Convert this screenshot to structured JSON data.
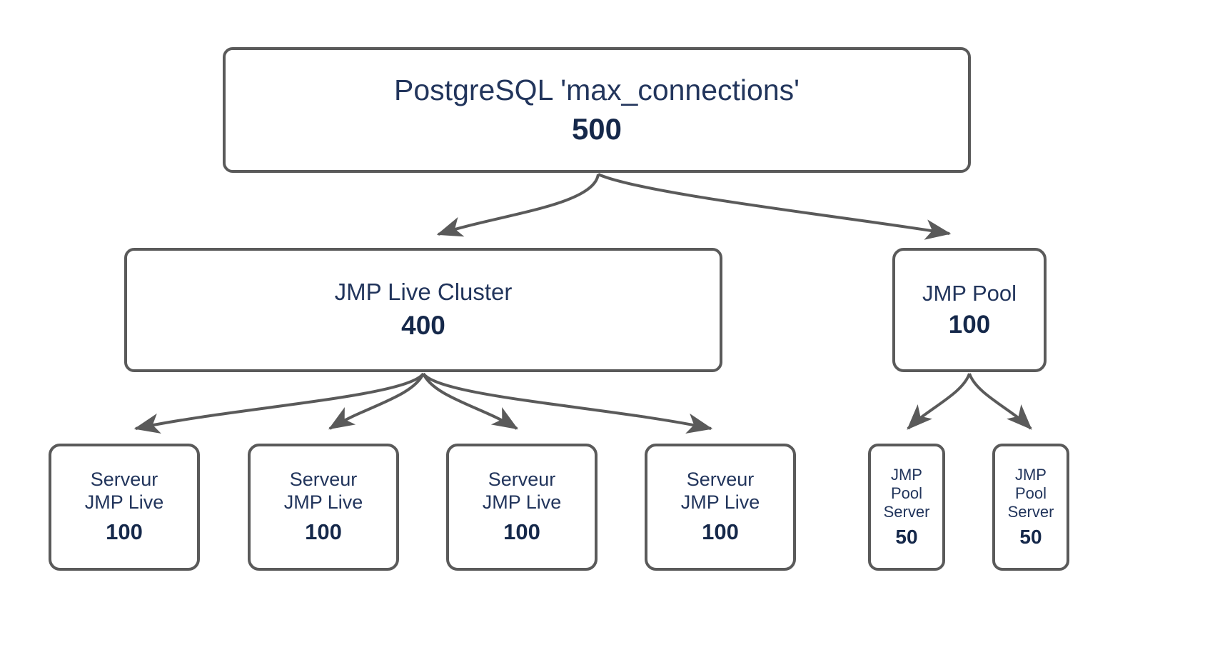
{
  "diagram": {
    "type": "hierarchy-tree",
    "colors": {
      "background": "#ffffff",
      "node_border": "#5a5a5a",
      "node_fill": "#ffffff",
      "title_text": "#22355c",
      "value_text": "#15284a",
      "edge": "#5a5a5a"
    },
    "root": {
      "title": "PostgreSQL 'max_connections'",
      "value": "500"
    },
    "tier2": [
      {
        "title": "JMP Live Cluster",
        "value": "400"
      },
      {
        "title": "JMP Pool",
        "value": "100"
      }
    ],
    "live_servers": [
      {
        "title": "Serveur\nJMP Live",
        "value": "100"
      },
      {
        "title": "Serveur\nJMP Live",
        "value": "100"
      },
      {
        "title": "Serveur\nJMP Live",
        "value": "100"
      },
      {
        "title": "Serveur\nJMP Live",
        "value": "100"
      }
    ],
    "pool_servers": [
      {
        "title": "JMP\nPool\nServer",
        "value": "50"
      },
      {
        "title": "JMP\nPool\nServer",
        "value": "50"
      }
    ]
  }
}
